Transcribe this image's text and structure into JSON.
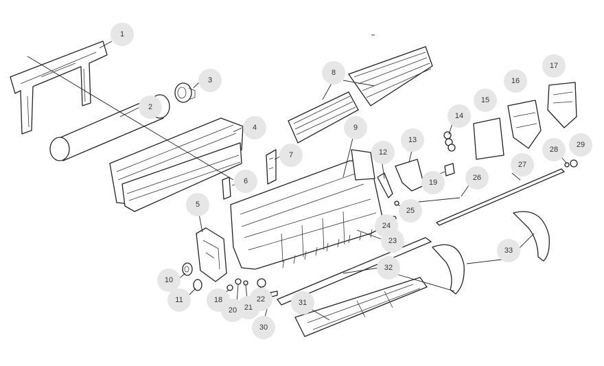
{
  "diagram": {
    "callouts": [
      {
        "id": "1",
        "label": "1"
      },
      {
        "id": "2",
        "label": "2"
      },
      {
        "id": "3",
        "label": "3"
      },
      {
        "id": "4",
        "label": "4"
      },
      {
        "id": "5",
        "label": "5"
      },
      {
        "id": "6",
        "label": "6"
      },
      {
        "id": "7",
        "label": "7"
      },
      {
        "id": "8",
        "label": "8"
      },
      {
        "id": "9",
        "label": "9"
      },
      {
        "id": "10",
        "label": "10"
      },
      {
        "id": "11",
        "label": "11"
      },
      {
        "id": "12",
        "label": "12"
      },
      {
        "id": "13",
        "label": "13"
      },
      {
        "id": "14",
        "label": "14"
      },
      {
        "id": "15",
        "label": "15"
      },
      {
        "id": "16",
        "label": "16"
      },
      {
        "id": "17",
        "label": "17"
      },
      {
        "id": "18",
        "label": "18"
      },
      {
        "id": "19",
        "label": "19"
      },
      {
        "id": "20",
        "label": "20"
      },
      {
        "id": "21",
        "label": "21"
      },
      {
        "id": "22",
        "label": "22"
      },
      {
        "id": "23",
        "label": "23"
      },
      {
        "id": "24",
        "label": "24"
      },
      {
        "id": "25",
        "label": "25"
      },
      {
        "id": "26",
        "label": "26"
      },
      {
        "id": "27",
        "label": "27"
      },
      {
        "id": "28",
        "label": "28"
      },
      {
        "id": "29",
        "label": "29"
      },
      {
        "id": "30",
        "label": "30"
      },
      {
        "id": "31",
        "label": "31"
      },
      {
        "id": "32",
        "label": "32"
      },
      {
        "id": "33",
        "label": "33"
      }
    ],
    "colors": {
      "callout_fill": "#e6e6e6",
      "line": "#222222",
      "label": "#333333"
    }
  }
}
